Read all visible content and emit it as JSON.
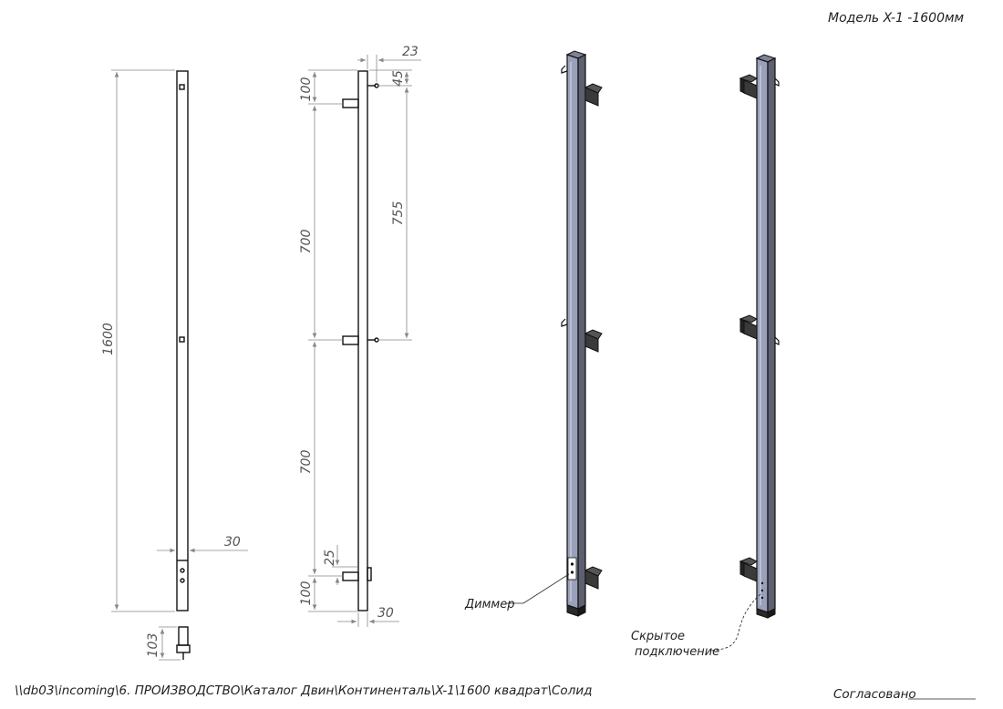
{
  "title": "Модель X-1 -1600мм",
  "file_path": "\\\\db03\\incoming\\6. ПРОИЗВОДСТВО\\Каталог Двин\\Континенталь\\X-1\\1600 квадрат\\Солид",
  "approval_label": "Согласовано",
  "labels": {
    "dimmer": "Диммер",
    "hidden_line1": "Скрытое",
    "hidden_line2": "подключение"
  },
  "dimensions": {
    "total_height": "1600",
    "width": "30",
    "plug_height": "103",
    "offset_top": "23",
    "small_top": "45",
    "top_gap": "100",
    "mid_span_1": "700",
    "mid_span_2": "700",
    "bracket_spacing": "755",
    "bottom_small": "25",
    "bottom_gap": "100",
    "side_width": "30"
  },
  "colors": {
    "metal_front": "#9aa0b8",
    "metal_side": "#5c6070",
    "bracket": "#3a3a3a"
  }
}
